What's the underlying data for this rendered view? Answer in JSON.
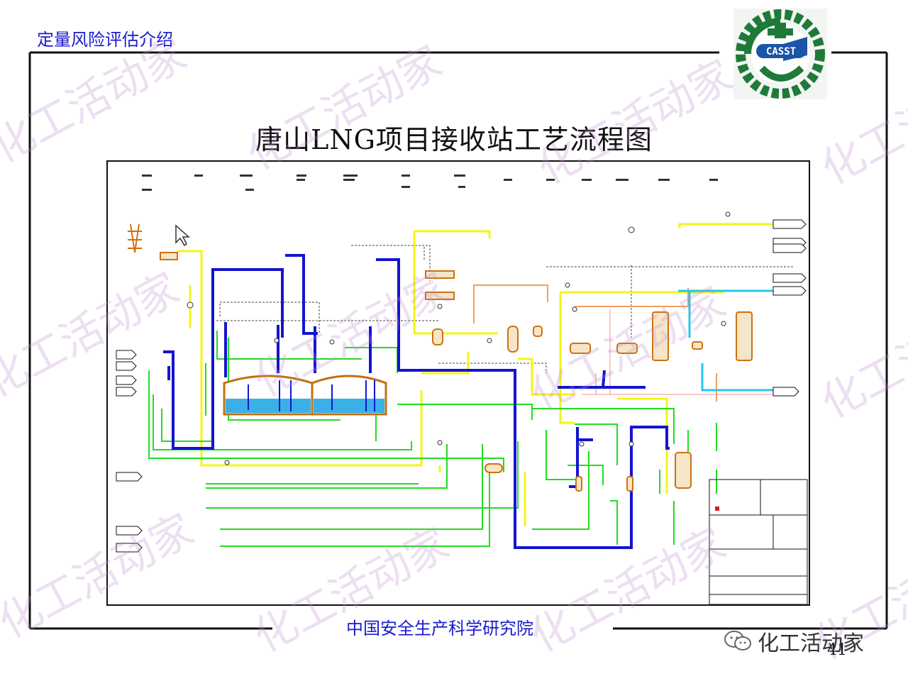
{
  "header": {
    "title": "定量风险评估介绍"
  },
  "logo": {
    "text": "CASST",
    "colors": {
      "green": "#1f7a3a",
      "blue": "#1a55a8",
      "white": "#ffffff"
    }
  },
  "diagram": {
    "title": "唐山LNG项目接收站工艺流程图"
  },
  "footer": {
    "organization": "中国安全生产科学研究院",
    "page_number": "41"
  },
  "watermark": {
    "text": "化工活动家",
    "brand_text": "化工活动家",
    "brand_icon": "wechat-icon"
  },
  "colors": {
    "blue_line": "#1414d0",
    "green_line": "#22dd22",
    "yellow_line": "#f4f414",
    "cyan_line": "#22c8e8",
    "orange_line": "#f0a060",
    "tank_liquid": "#3ab0e8",
    "equipment": "#d07010",
    "text_blue": "#1a1ad0"
  }
}
